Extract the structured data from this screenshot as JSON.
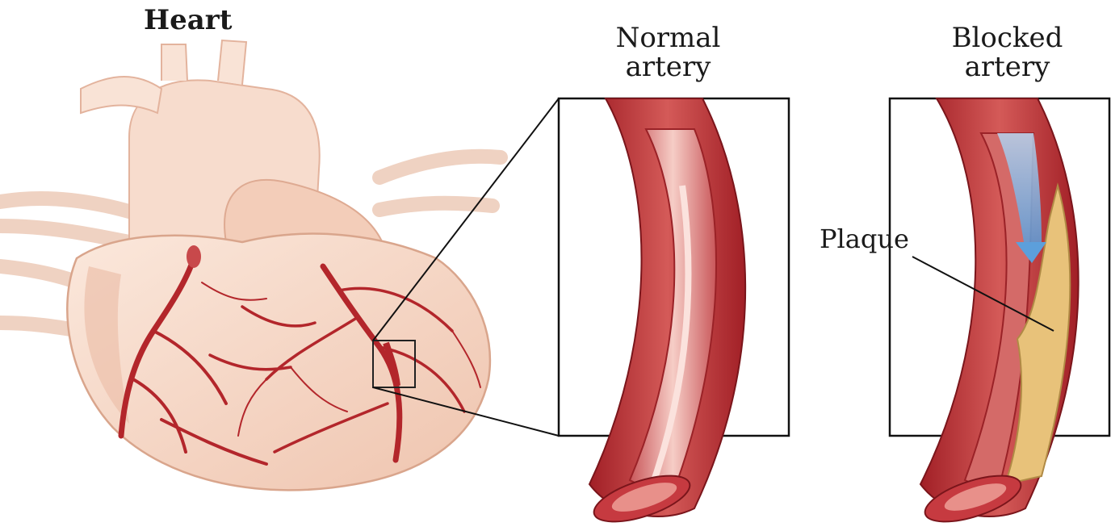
{
  "labels": {
    "heart": "Heart",
    "normal_line1": "Normal",
    "normal_line2": "artery",
    "blocked_line1": "Blocked",
    "blocked_line2": "artery",
    "plaque": "Plaque"
  },
  "colors": {
    "heart_fill": "#f6d9c9",
    "heart_shade": "#e9b9a2",
    "vessel_red": "#b3262b",
    "artery_wall": "#c8494b",
    "artery_dark": "#8e1f24",
    "artery_lumen": "#f1b6ae",
    "plaque_yellow": "#e8c27a",
    "flow_blue": "#7fb2e0",
    "frame": "#111111"
  }
}
